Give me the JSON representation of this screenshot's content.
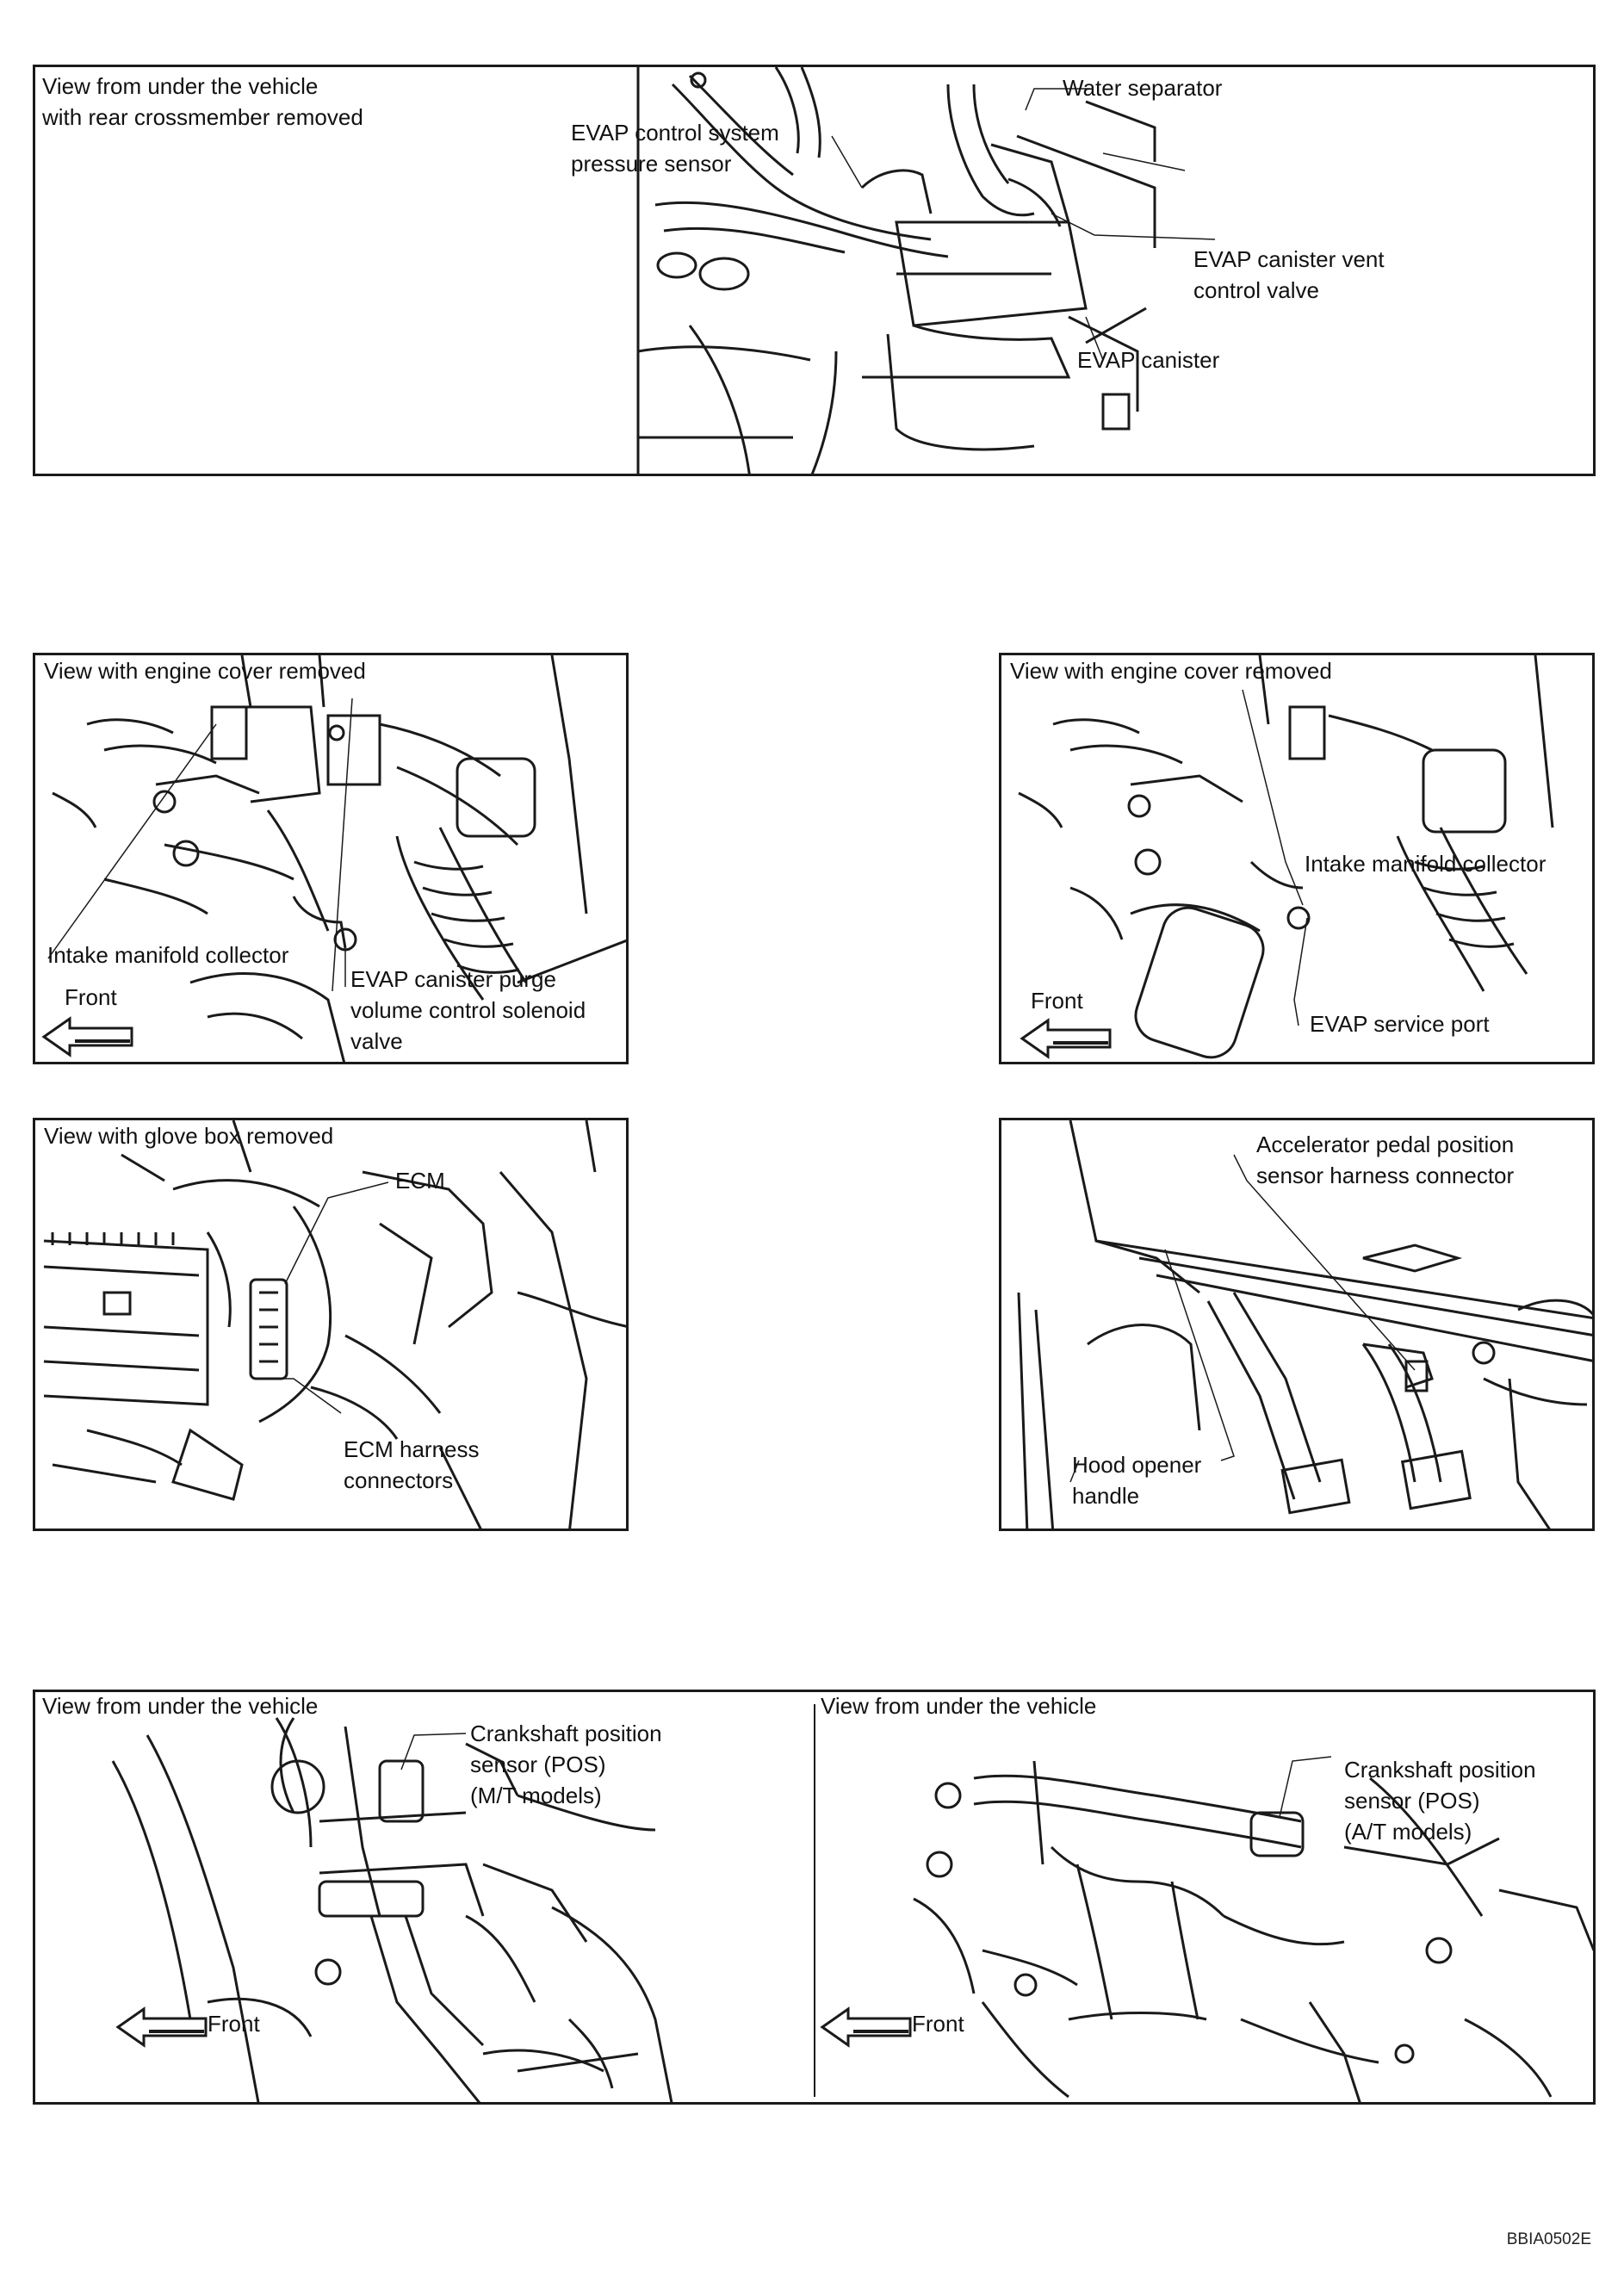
{
  "figure_code": "BBIA0502E",
  "panels": {
    "evap_underside": {
      "caption": "View from under the vehicle\nwith rear crossmember removed",
      "labels": {
        "pressure_sensor": "EVAP control system\npressure sensor",
        "water_separator": "Water separator",
        "vent_valve": "EVAP canister vent\ncontrol valve",
        "canister": "EVAP canister"
      }
    },
    "engine_cover_purge": {
      "caption": "View with engine cover removed",
      "labels": {
        "intake_collector": "Intake manifold collector",
        "purge_valve": "EVAP canister purge\nvolume control solenoid\nvalve"
      },
      "front": "Front"
    },
    "engine_cover_service": {
      "caption": "View with engine cover removed",
      "labels": {
        "intake_collector": "Intake manifold collector",
        "service_port": "EVAP service port"
      },
      "front": "Front"
    },
    "glove_box": {
      "caption": "View with glove box removed",
      "labels": {
        "ecm": "ECM",
        "ecm_connectors": "ECM harness\nconnectors"
      }
    },
    "pedal": {
      "labels": {
        "app_connector": "Accelerator pedal position\nsensor harness connector",
        "hood_opener": "Hood opener\nhandle"
      }
    },
    "crank_mt": {
      "caption": "View from under the vehicle",
      "labels": {
        "pos_sensor": "Crankshaft position\nsensor (POS)\n(M/T models)"
      },
      "front": "Front"
    },
    "crank_at": {
      "caption": "View from under the vehicle",
      "labels": {
        "pos_sensor": "Crankshaft position\nsensor (POS)\n(A/T models)"
      },
      "front": "Front"
    }
  },
  "icons": {
    "front_arrow": "left-arrow-icon"
  },
  "colors": {
    "line": "#1a1a1a",
    "background": "#ffffff"
  }
}
